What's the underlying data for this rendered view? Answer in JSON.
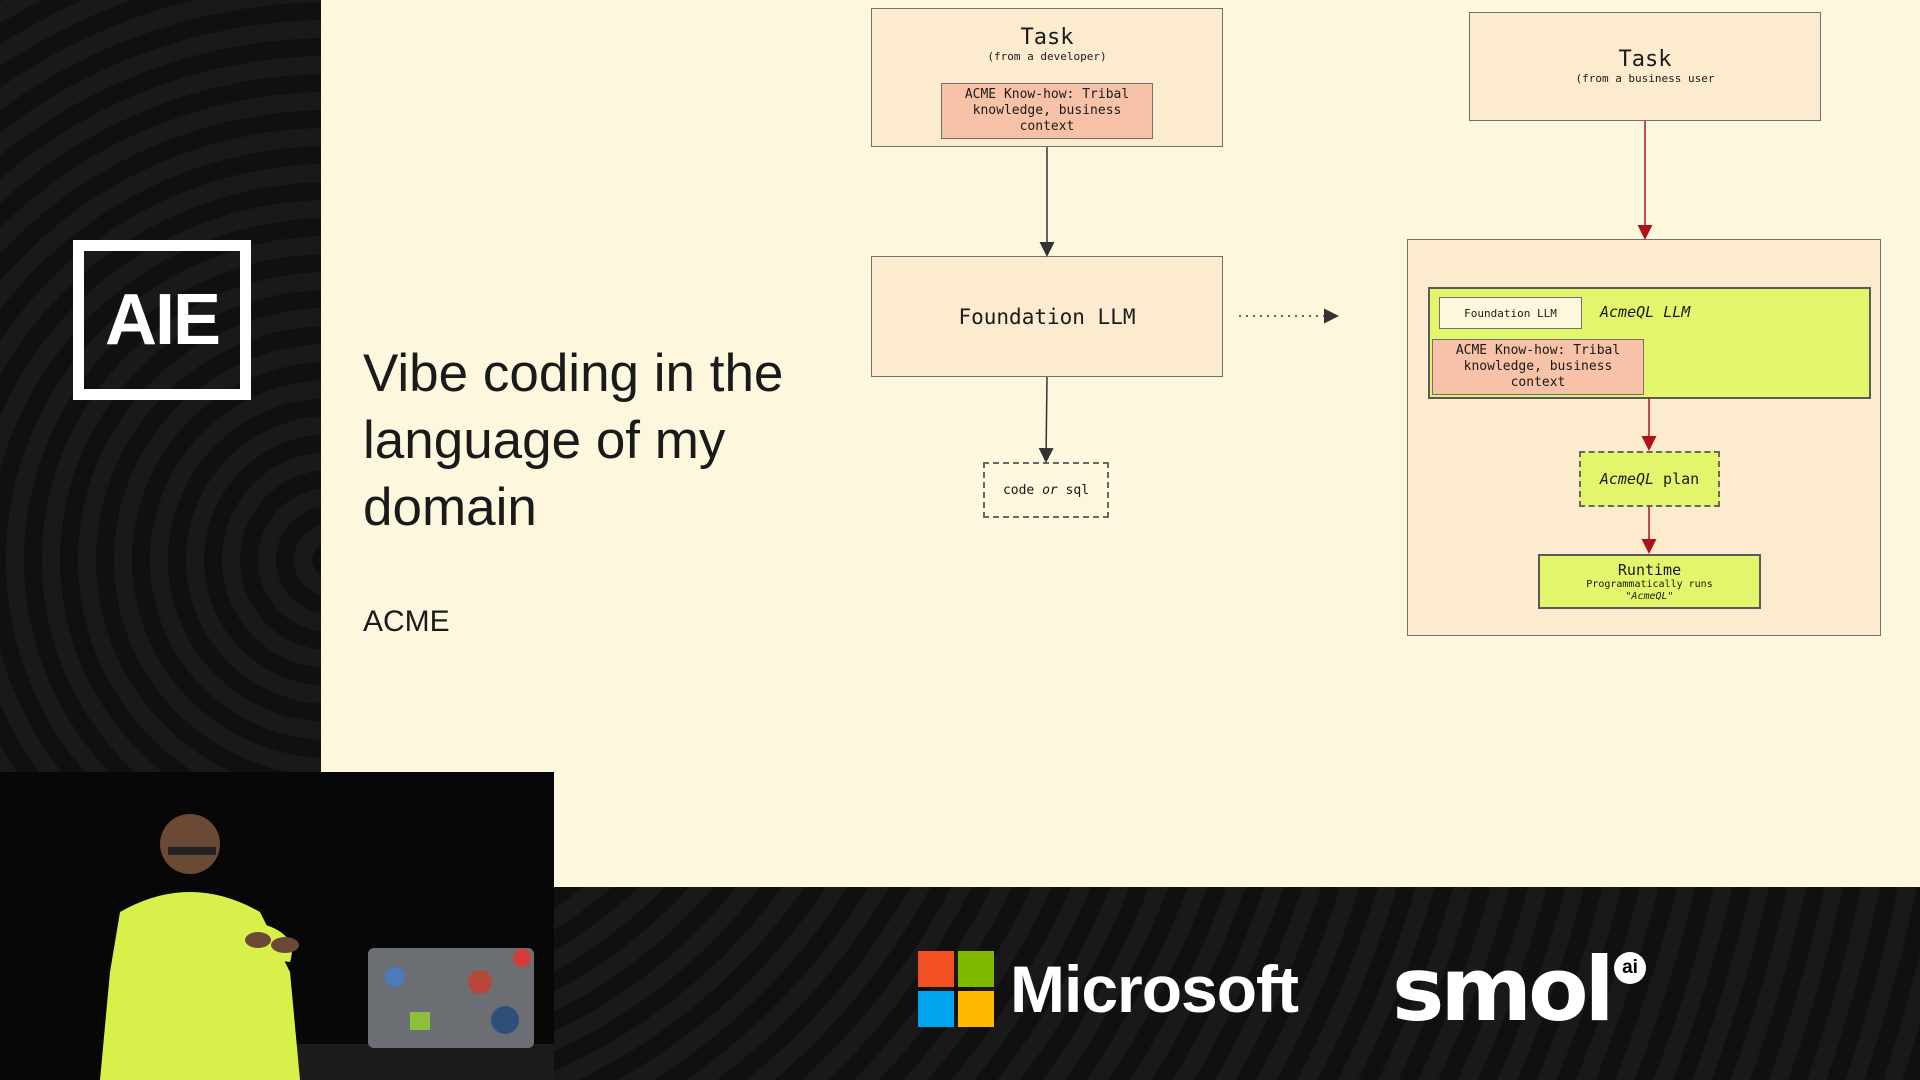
{
  "brand": {
    "aie_logo": "AIE",
    "microsoft_label": "Microsoft",
    "smol_label": "smol",
    "smol_ai": "ai"
  },
  "slide": {
    "title": "Vibe coding in the language of my domain",
    "subtitle": "ACME"
  },
  "left_flow": {
    "task_title": "Task",
    "task_sub": "(from a developer)",
    "knowhow": "ACME Know-how: Tribal knowledge, business context",
    "foundation": "Foundation LLM",
    "output_prefix": "code ",
    "output_or": "or",
    "output_suffix": " sql"
  },
  "right_flow": {
    "task_title": "Task",
    "task_sub": "(from a business user",
    "foundation_small": "Foundation LLM",
    "acmeql_llm": "AcmeQL LLM",
    "knowhow": "ACME Know-how: Tribal knowledge, business context",
    "plan_italic": "AcmeQL",
    "plan_rest": " plan",
    "runtime_title": "Runtime",
    "runtime_sub": "Programmatically runs",
    "runtime_quote": "\"AcmeQL\""
  },
  "colors": {
    "slide_bg": "#fdf7de",
    "beige": "#fdebcf",
    "pink": "#f7c2a8",
    "lime": "#e3f56a",
    "arrow_red": "#b0121b",
    "hoodie": "#d9f04a"
  }
}
